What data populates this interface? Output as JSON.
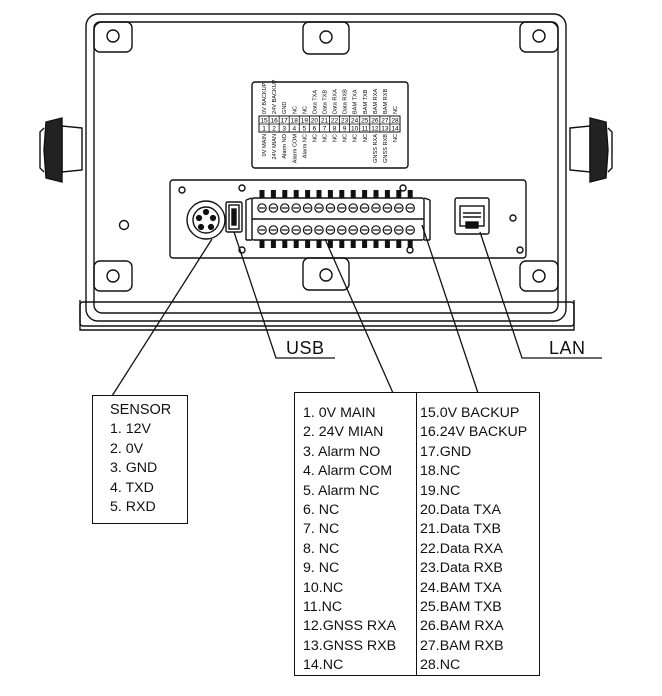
{
  "callouts": {
    "usb": "USB",
    "lan": "LAN"
  },
  "sensor": {
    "title": "SENSOR",
    "pins": [
      "1. 12V",
      "2. 0V",
      "3. GND",
      "4. TXD",
      "5. RXD"
    ]
  },
  "terminals": {
    "left": [
      "1. 0V MAIN",
      "2. 24V MIAN",
      "3. Alarm NO",
      "4. Alarm COM",
      "5. Alarm NC",
      "6. NC",
      "7. NC",
      "8. NC",
      "9. NC",
      "10.NC",
      "11.NC",
      "12.GNSS RXA",
      "13.GNSS RXB",
      "14.NC"
    ],
    "right": [
      "15.0V BACKUP",
      "16.24V BACKUP",
      "17.GND",
      "18.NC",
      "19.NC",
      "20.Data TXA",
      "21.Data TXB",
      "22.Data RXA",
      "23.Data RXB",
      "24.BAM TXA",
      "25.BAM TXB",
      "26.BAM RXA",
      "27.BAM RXB",
      "28.NC"
    ]
  },
  "terminal_label": {
    "top_nums": [
      "15",
      "16",
      "17",
      "18",
      "19",
      "20",
      "21",
      "22",
      "23",
      "24",
      "25",
      "26",
      "27",
      "28"
    ],
    "bottom_nums": [
      "1",
      "2",
      "3",
      "4",
      "5",
      "6",
      "7",
      "8",
      "9",
      "10",
      "11",
      "12",
      "13",
      "14"
    ],
    "top_names": [
      "0V BACKUP",
      "24V BACKUP",
      "GND",
      "NC",
      "NC",
      "Data TXA",
      "Data TXB",
      "Data RXA",
      "Data RXB",
      "BAM TXA",
      "BAM TXB",
      "BAM RXA",
      "BAM RXB",
      "NC"
    ],
    "bottom_names": [
      "0V MAIN",
      "24V MIAN",
      "Alarm NO",
      "Alarm COM",
      "Alarm NC",
      "NC",
      "NC",
      "NC",
      "NC",
      "NC",
      "NC",
      "GNSS RXA",
      "GNSS RXB",
      "NC"
    ]
  }
}
